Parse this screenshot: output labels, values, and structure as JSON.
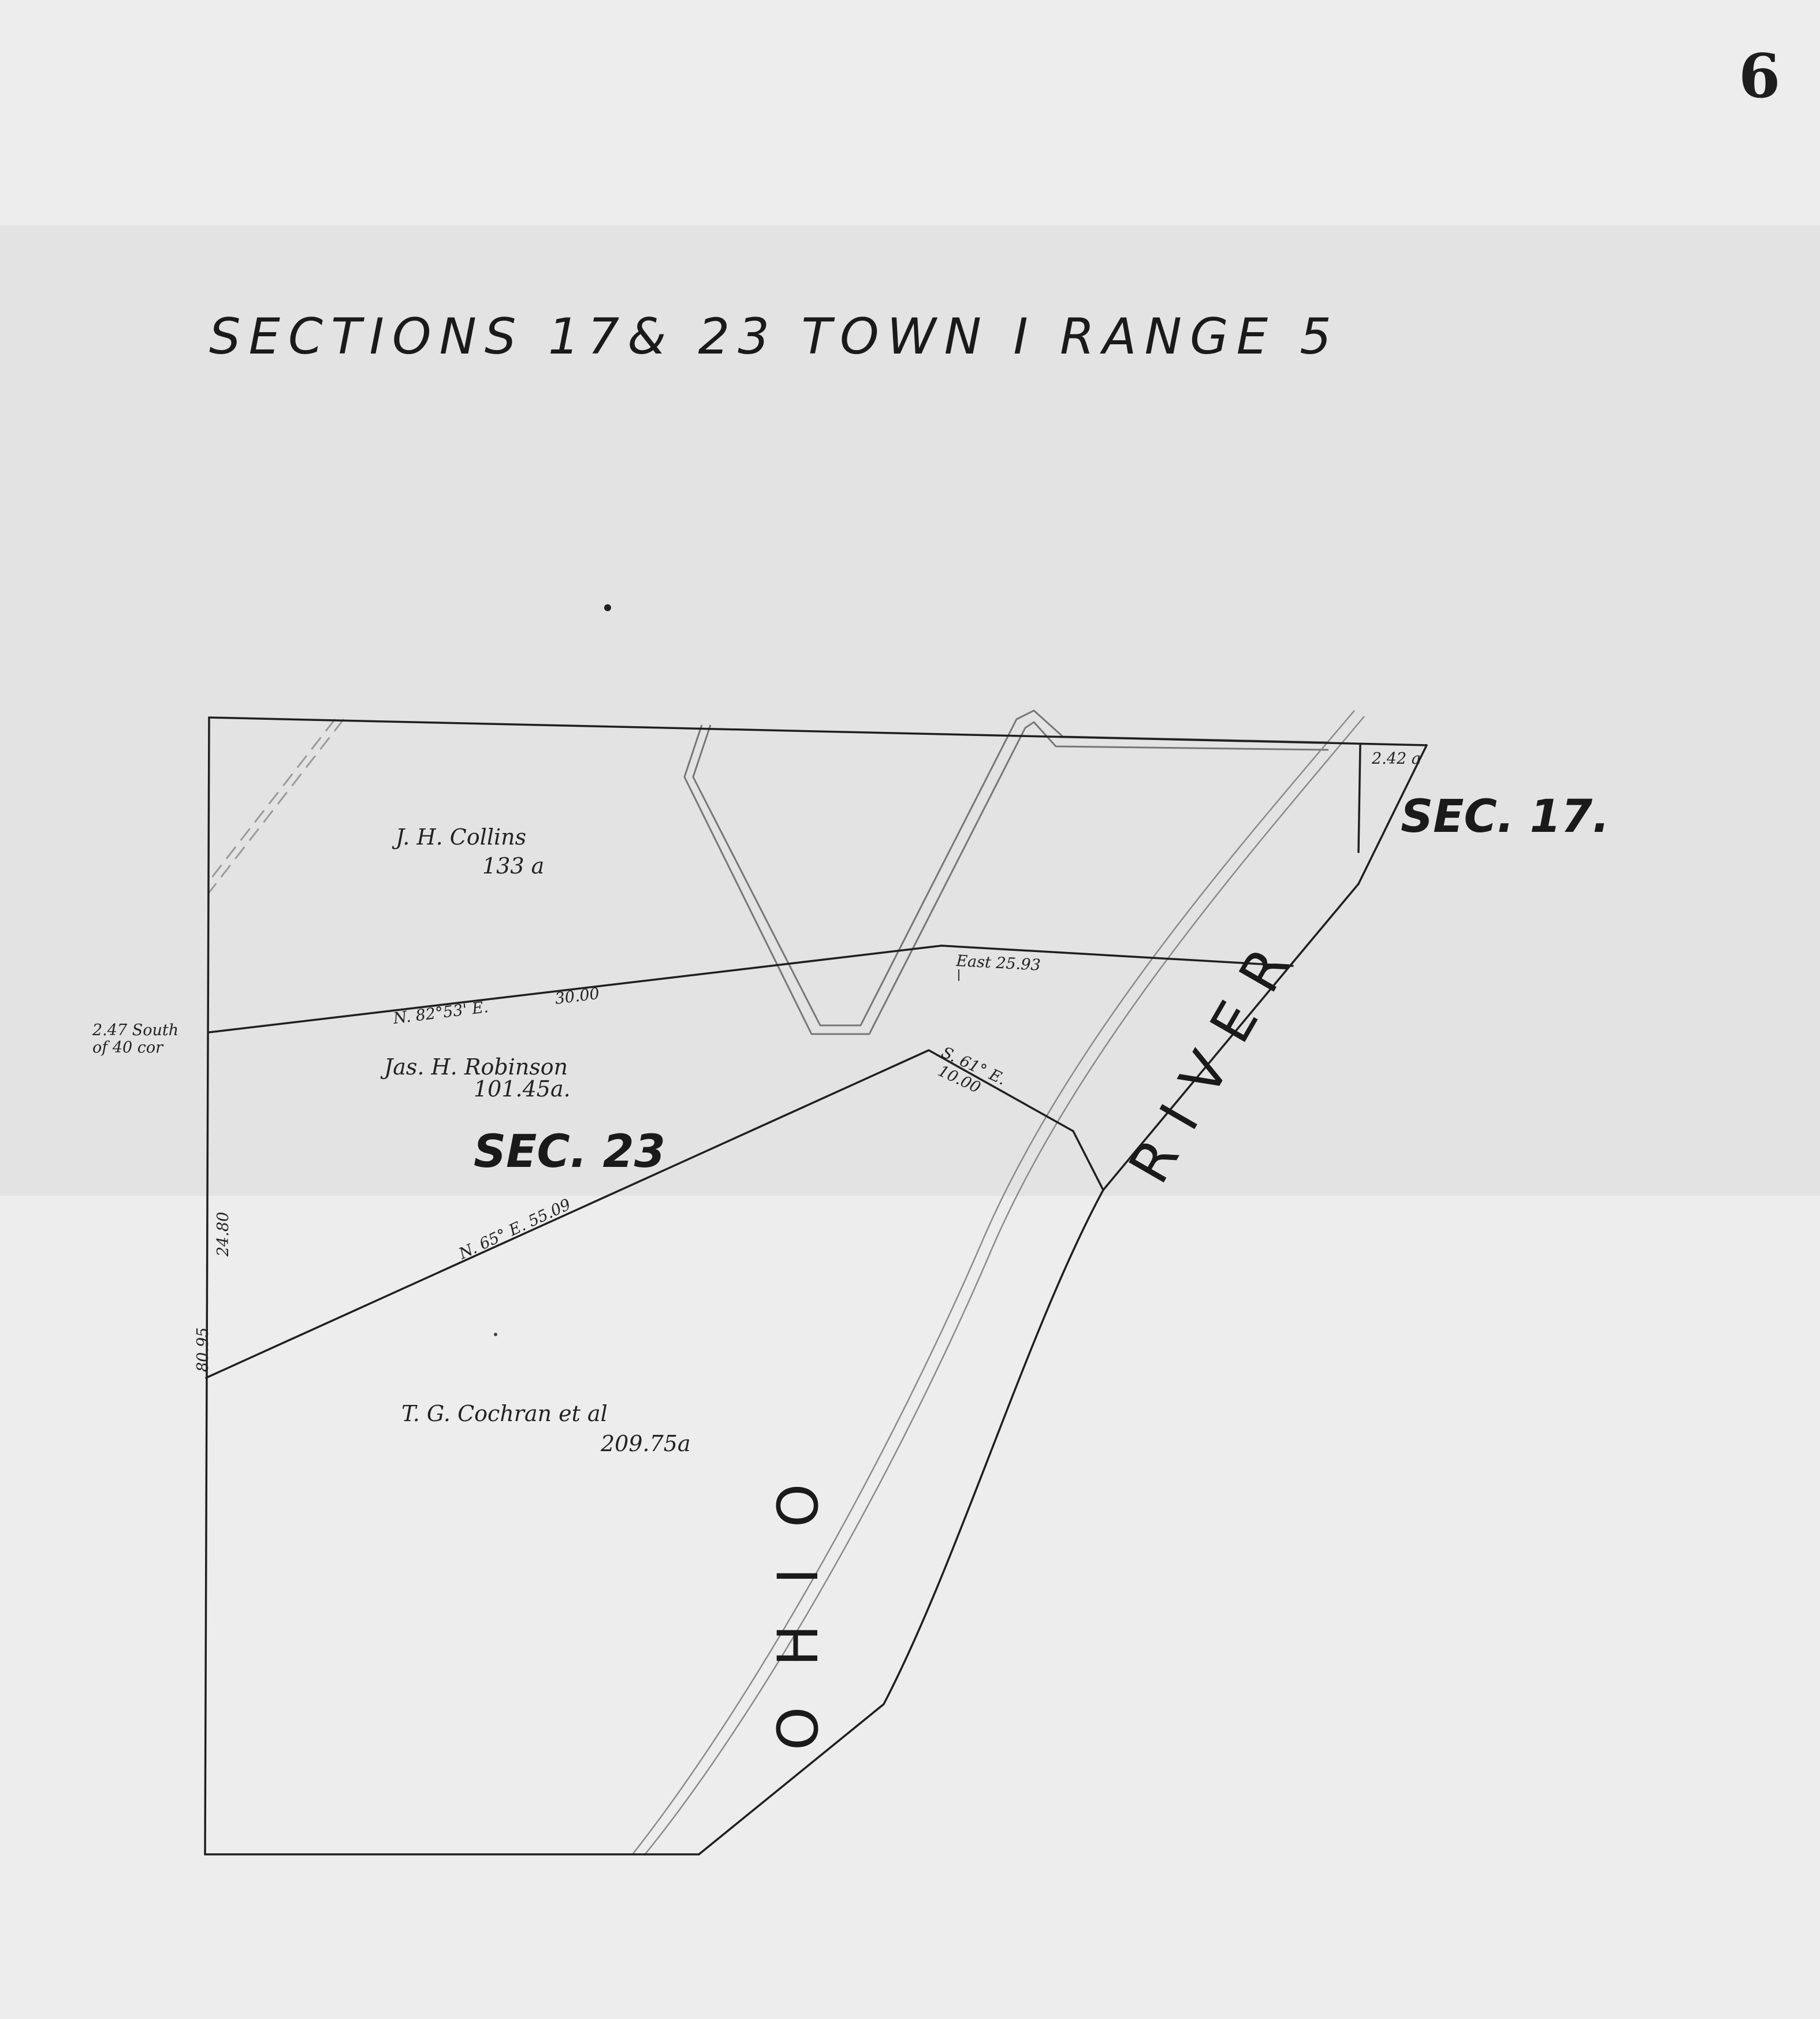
{
  "page_number": "6",
  "title": "SECTIONS 17& 23 TOWN I RANGE 5",
  "sections": {
    "sec17": "SEC. 17.",
    "sec23": "SEC. 23"
  },
  "river": {
    "word_river": "RIVER",
    "word_ohio": "OHIO"
  },
  "owners": {
    "collins_name": "J. H. Collins",
    "collins_area": "133 a",
    "robinson_name": "Jas. H. Robinson",
    "robinson_area": "101.45a.",
    "cochran_name": "T. G. Cochran et al",
    "cochran_area": "209.75a",
    "small_tract_area": "2.42 a"
  },
  "bearings": {
    "east_line": "East 25.93",
    "n82_bearing": "N. 82°53' E.",
    "n82_distance": "30.00",
    "s_bearing": "S. 61° E.",
    "s_distance": "10.00",
    "n65_line": "N. 65° E. 55.09",
    "south_of_corner_1": "2.47 South",
    "south_of_corner_2": "of 40 cor",
    "west_upper": "24.80",
    "west_lower": "80.95"
  },
  "colors": {
    "paper": "#ededed",
    "ink": "#1f1f1f",
    "road": "#777777"
  }
}
